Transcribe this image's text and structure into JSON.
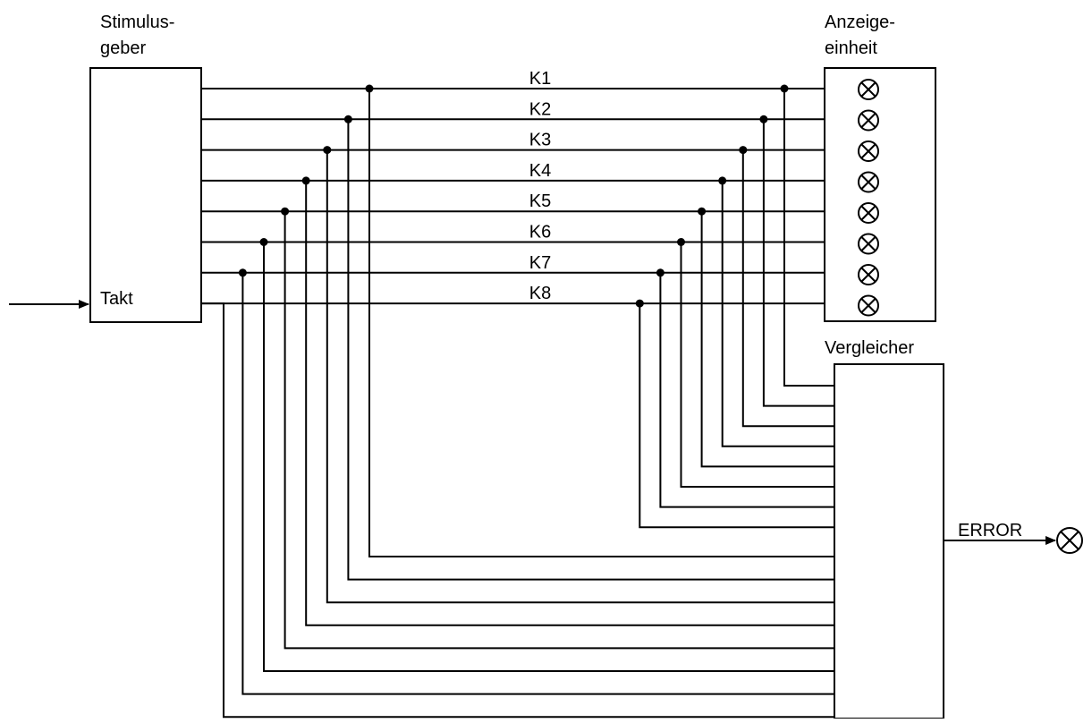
{
  "stimulus": {
    "label_line1": "Stimulus-",
    "label_line2": "geber",
    "takt_label": "Takt"
  },
  "display": {
    "label_line1": "Anzeige-",
    "label_line2": "einheit",
    "lamp_count": 8
  },
  "comparator": {
    "label": "Vergleicher"
  },
  "error": {
    "label": "ERROR"
  },
  "channels": [
    "K1",
    "K2",
    "K3",
    "K4",
    "K5",
    "K6",
    "K7",
    "K8"
  ],
  "colors": {
    "line": "#000000",
    "background": "#ffffff"
  },
  "icons": {
    "lamp": "lamp-icon",
    "arrow": "arrow-head-icon"
  }
}
